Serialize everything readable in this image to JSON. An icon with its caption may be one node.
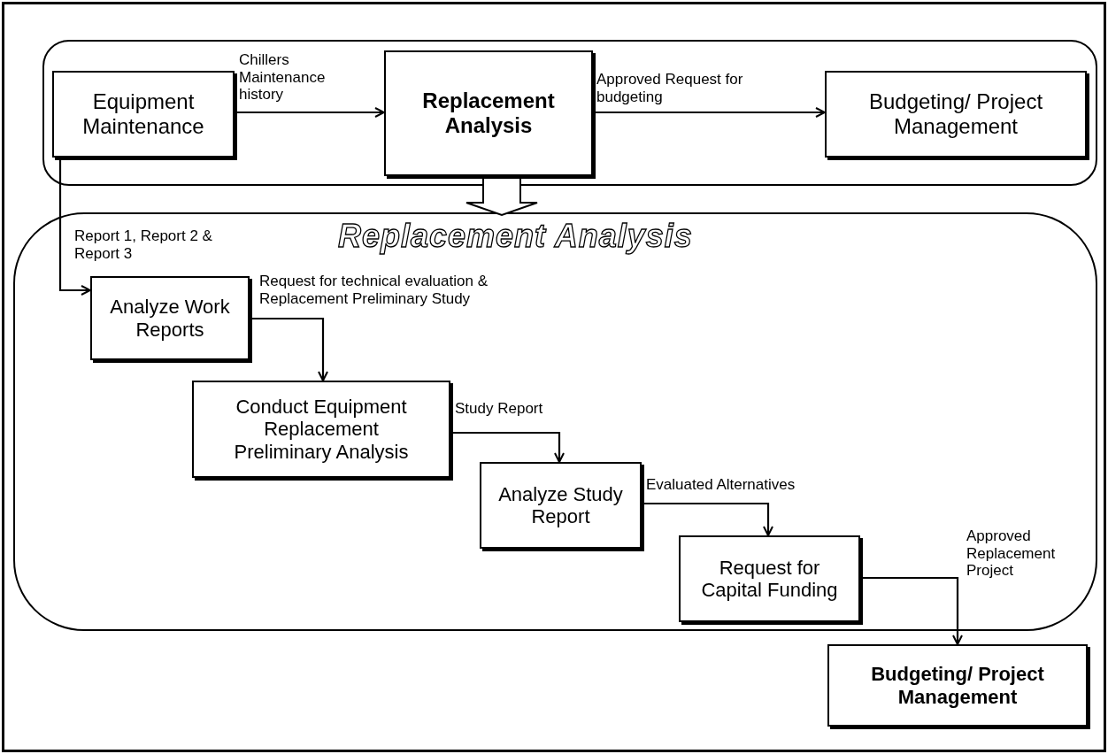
{
  "diagram": {
    "nodes": [
      {
        "text": [],
        "shape": "box"
      },
      {
        "text": [
          "Equipment Maintenance"
        ],
        "in": 0
      },
      {
        "text": [
          "Replacement Analysis"
        ],
        "in": 0
      },
      {
        "text": [
          "Budgeting/ Project Management"
        ],
        "in": 0
      },
      {
        "text": [
          "Replacement Analysis"
        ]
      },
      {
        "text": [
          "Analyze Work Reports"
        ],
        "in": 4
      },
      {
        "text": [
          "Conduct Equipment Replacement Preliminary Analysis"
        ],
        "in": 4
      },
      {
        "text": [
          "Analyze Study Report"
        ],
        "in": 4
      },
      {
        "text": [
          "Request for Capital Funding"
        ],
        "in": 4
      },
      {
        "text": [
          "Budgeting/ Project Management"
        ]
      }
    ],
    "edges": [
      {
        "from": 1,
        "to": 2,
        "arrow": "to",
        "label": "Chillers Maintenance history"
      },
      {
        "from": 2,
        "to": 3,
        "arrow": "to",
        "label": "Approved Request for budgeting"
      },
      {
        "from": 2,
        "to": 4,
        "arrow": "to",
        "style": "thick"
      },
      {
        "from": 1,
        "to": 5,
        "arrow": "to",
        "label": "Report 1, Report 2 & Report 3"
      },
      {
        "from": 5,
        "to": 6,
        "arrow": "to",
        "label": "Request for technical evaluation & Replacement Preliminary Study"
      },
      {
        "from": 6,
        "to": 7,
        "arrow": "to",
        "label": "Study Report"
      },
      {
        "from": 7,
        "to": 8,
        "arrow": "to",
        "label": "Evaluated Alternatives"
      },
      {
        "from": 8,
        "to": 9,
        "arrow": "to",
        "label": "Approved Replacement Project"
      }
    ]
  }
}
